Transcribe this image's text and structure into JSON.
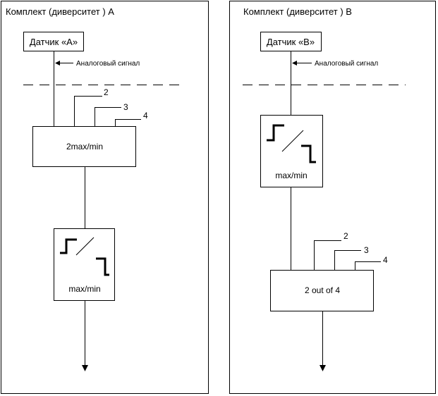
{
  "panelA": {
    "title": "Комплект  (диверситет  ) А",
    "sensor_label": "Датчик «А»",
    "signal_label": "Аналоговый сигнал",
    "inputs": [
      "2",
      "3",
      "4"
    ],
    "block1_label": "2max/min",
    "block2_label": "max/min"
  },
  "panelB": {
    "title": "Комплект  (диверситет  ) В",
    "sensor_label": "Датчик «В»",
    "signal_label": "Аналоговый сигнал",
    "block1_label": "max/min",
    "inputs": [
      "2",
      "3",
      "4"
    ],
    "block2_label": "2 out of 4"
  }
}
